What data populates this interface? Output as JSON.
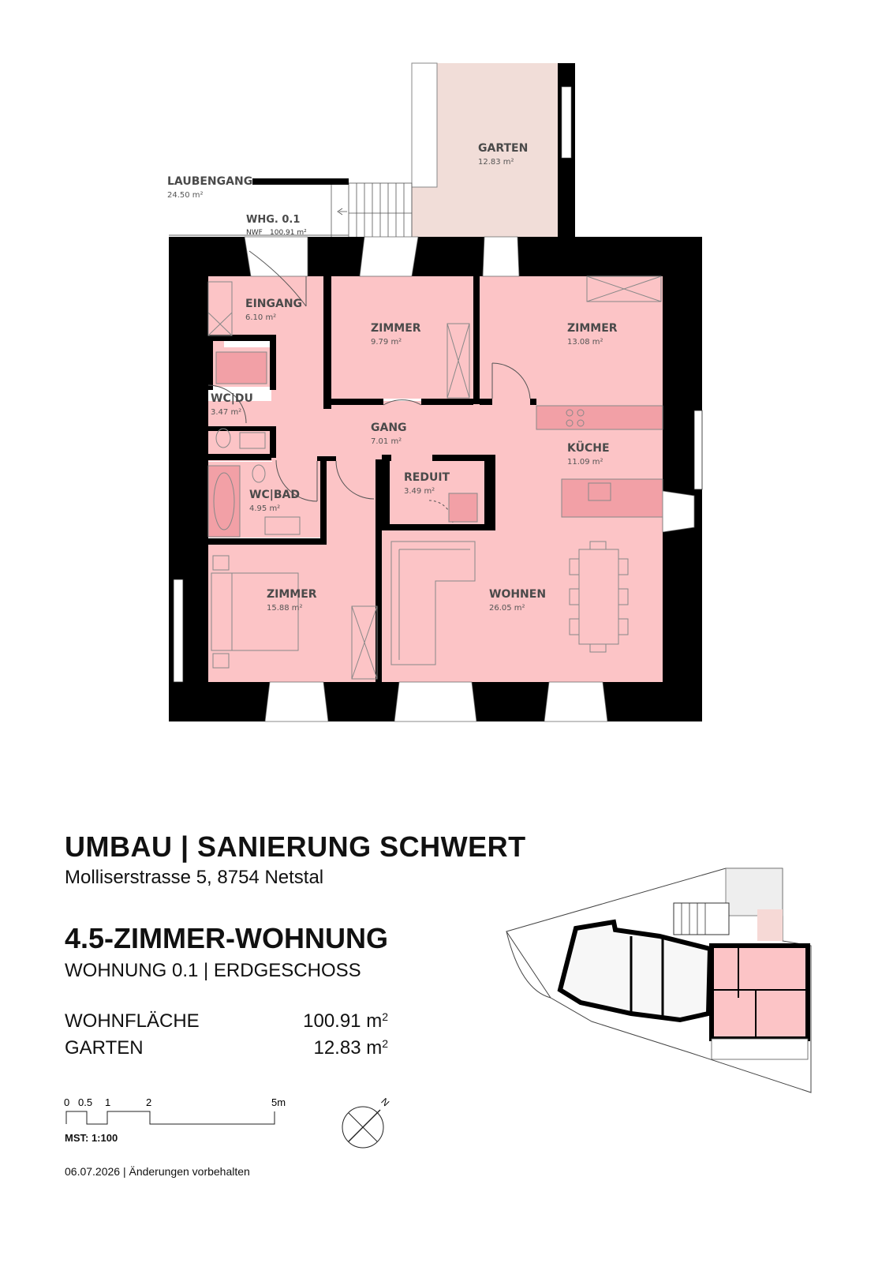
{
  "rooms": {
    "garten": {
      "name": "GARTEN",
      "area": "12.83 m²"
    },
    "laubengang": {
      "name": "LAUBENGANG",
      "area": "24.50 m²"
    },
    "whg": {
      "name": "WHG. 0.1",
      "nwf_label": "NWF",
      "nwf_value": "100.91 m²"
    },
    "eingang": {
      "name": "EINGANG",
      "area": "6.10 m²"
    },
    "zimmer1": {
      "name": "ZIMMER",
      "area": "9.79 m²"
    },
    "zimmer2": {
      "name": "ZIMMER",
      "area": "13.08 m²"
    },
    "wcdu": {
      "name": "WC|DU",
      "area": "3.47 m²"
    },
    "gang": {
      "name": "GANG",
      "area": "7.01 m²"
    },
    "kueche": {
      "name": "KÜCHE",
      "area": "11.09 m²"
    },
    "reduit": {
      "name": "REDUIT",
      "area": "3.49 m²"
    },
    "wcbad": {
      "name": "WC|BAD",
      "area": "4.95 m²"
    },
    "zimmer3": {
      "name": "ZIMMER",
      "area": "15.88 m²"
    },
    "wohnen": {
      "name": "WOHNEN",
      "area": "26.05 m²"
    }
  },
  "project": {
    "title": "UMBAU | SANIERUNG SCHWERT",
    "address": "Molliserstrasse 5, 8754 Netstal",
    "unit_type": "4.5-ZIMMER-WOHNUNG",
    "unit_detail": "WOHNUNG 0.1 | ERDGESCHOSS"
  },
  "areas": [
    {
      "label": "WOHNFLÄCHE",
      "value": "100.91 m",
      "sup": "2"
    },
    {
      "label": "GARTEN",
      "value": "12.83 m",
      "sup": "2"
    }
  ],
  "scale": {
    "ticks": [
      "0",
      "0.5",
      "1",
      "2",
      "5m"
    ],
    "label": "MST: 1:100"
  },
  "north_label": "N",
  "footer": "06.07.2026 | Änderungen vorbehalten",
  "colors": {
    "room_fill": "#fcc4c6",
    "garden_fill": "#f1ddd8",
    "wall": "#000000",
    "accent_fill": "#f2a0a6"
  }
}
